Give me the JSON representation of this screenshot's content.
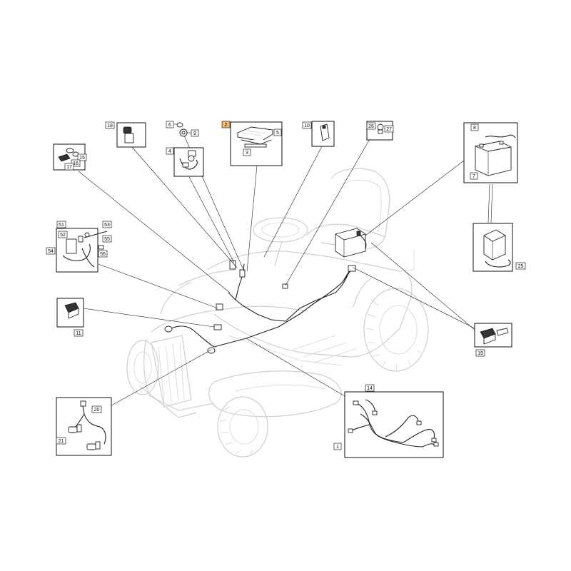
{
  "labels": [
    {
      "id": "1",
      "text": "1"
    },
    {
      "id": "2",
      "text": "2"
    },
    {
      "id": "3",
      "text": "3"
    },
    {
      "id": "4",
      "text": "4"
    },
    {
      "id": "5",
      "text": "5"
    },
    {
      "id": "6",
      "text": "6"
    },
    {
      "id": "7",
      "text": "7"
    },
    {
      "id": "8",
      "text": "8"
    },
    {
      "id": "9",
      "text": "9"
    },
    {
      "id": "10",
      "text": "10"
    },
    {
      "id": "11",
      "text": "11"
    },
    {
      "id": "14",
      "text": "14"
    },
    {
      "id": "15",
      "text": "15"
    },
    {
      "id": "16",
      "text": "16"
    },
    {
      "id": "17",
      "text": "17"
    },
    {
      "id": "18",
      "text": "18"
    },
    {
      "id": "19",
      "text": "19"
    },
    {
      "id": "20",
      "text": "20"
    },
    {
      "id": "21",
      "text": "21"
    },
    {
      "id": "25",
      "text": "25"
    },
    {
      "id": "26",
      "text": "26"
    },
    {
      "id": "27",
      "text": "27"
    },
    {
      "id": "51",
      "text": "51"
    },
    {
      "id": "52",
      "text": "52"
    },
    {
      "id": "53",
      "text": "53"
    },
    {
      "id": "54",
      "text": "54"
    },
    {
      "id": "55",
      "text": "55"
    },
    {
      "id": "56",
      "text": "56"
    }
  ],
  "colors": {
    "highlight": "#f7b96a",
    "line": "#222222",
    "ghost": "#cfcfcf"
  }
}
